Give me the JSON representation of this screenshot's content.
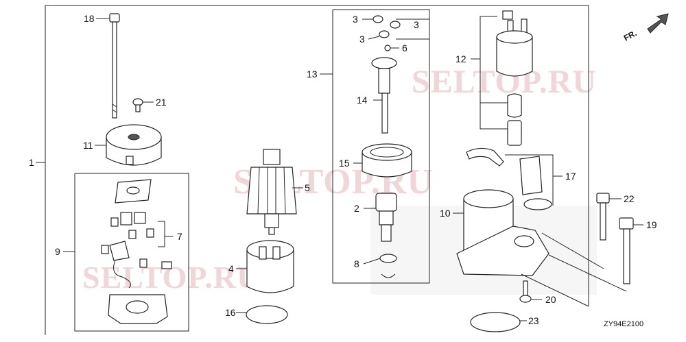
{
  "diagram_code": "ZY94E2100",
  "direction_marker": "FR.",
  "watermark": "SELTOP.RU",
  "callouts": {
    "c1": "1",
    "c2": "2",
    "c3a": "3",
    "c3b": "3",
    "c3c": "3",
    "c4": "4",
    "c5": "5",
    "c6": "6",
    "c7": "7",
    "c8": "8",
    "c9": "9",
    "c10": "10",
    "c11": "11",
    "c12": "12",
    "c13": "13",
    "c14": "14",
    "c15": "15",
    "c16": "16",
    "c17": "17",
    "c18": "18",
    "c19": "19",
    "c20": "20",
    "c21": "21",
    "c22": "22",
    "c23": "23"
  }
}
